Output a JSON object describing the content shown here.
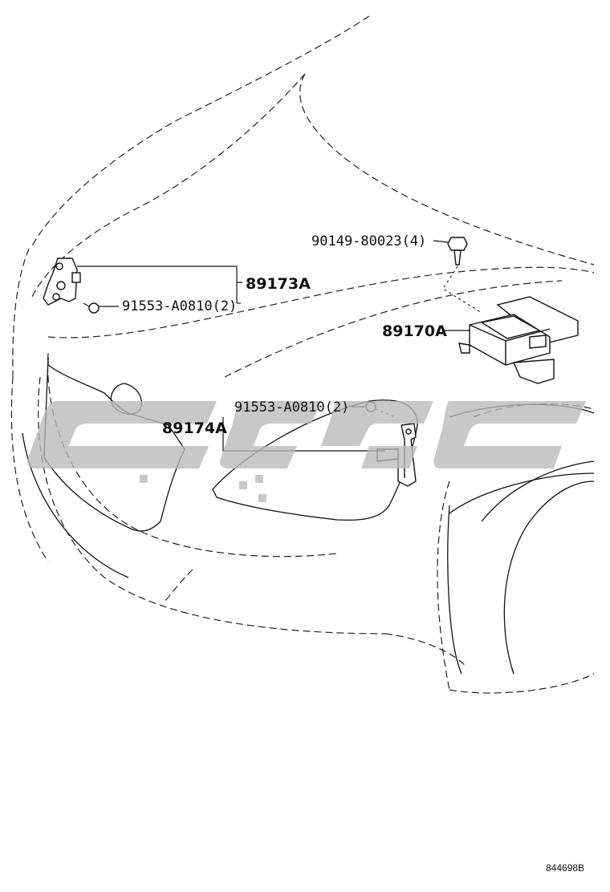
{
  "callouts": {
    "sensor_right_front": "89173A",
    "bolt_right": "91553-A0810(2)",
    "screw_ecu": "90149-80023(4)",
    "airbag_ecu": "89170A",
    "bolt_left": "91553-A0810(2)",
    "sensor_left_front": "89174A"
  },
  "figure_code": "844698B",
  "colors": {
    "line": "#111111",
    "watermark": "#b8b8b8"
  }
}
